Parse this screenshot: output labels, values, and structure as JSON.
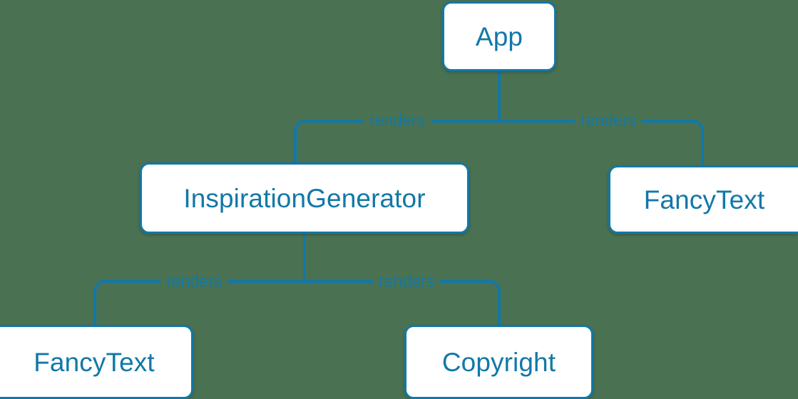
{
  "diagram": {
    "type": "component-tree",
    "title": "React component render tree",
    "colors": {
      "background": "#4a7252",
      "node_fill": "#ffffff",
      "stroke": "#1278a8",
      "text": "#1278a8"
    },
    "nodes": [
      {
        "id": "app",
        "label": "App",
        "tier": 0
      },
      {
        "id": "inspgen",
        "label": "InspirationGenerator",
        "tier": 1
      },
      {
        "id": "fancy-right",
        "label": "FancyText",
        "tier": 1
      },
      {
        "id": "fancy-left",
        "label": "FancyText",
        "tier": 2
      },
      {
        "id": "copyright",
        "label": "Copyright",
        "tier": 2
      }
    ],
    "edges": [
      {
        "from": "app",
        "to": "inspgen",
        "label": "renders"
      },
      {
        "from": "app",
        "to": "fancy-right",
        "label": "renders"
      },
      {
        "from": "inspgen",
        "to": "fancy-left",
        "label": "renders"
      },
      {
        "from": "inspgen",
        "to": "copyright",
        "label": "renders"
      }
    ]
  }
}
